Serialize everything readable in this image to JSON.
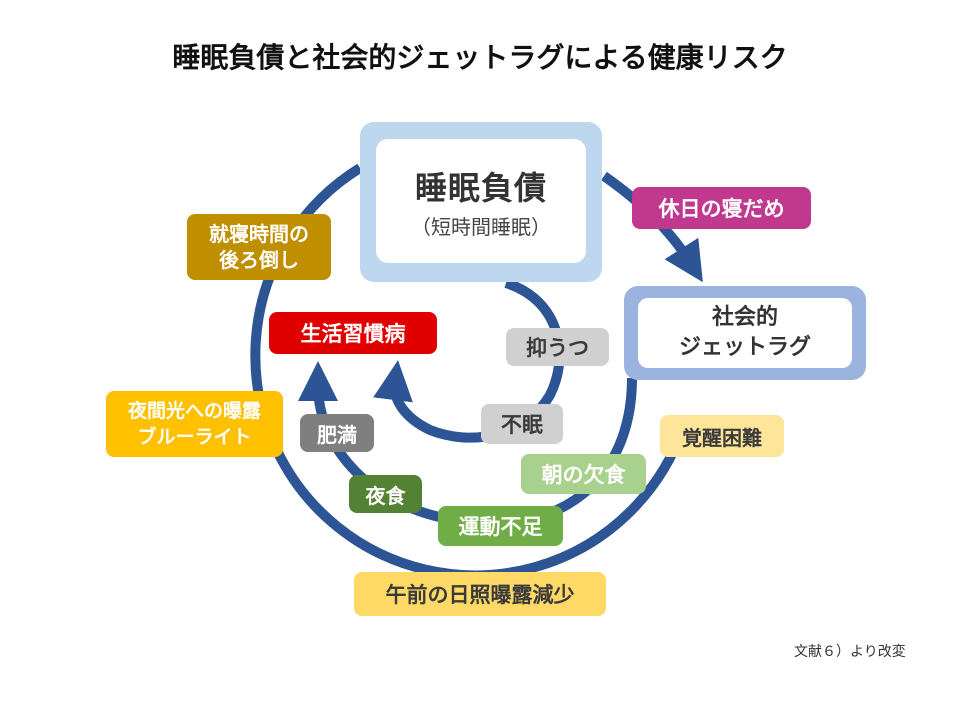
{
  "title": "睡眠負債と社会的ジェットラグによる健康リスク",
  "sleep_debt": {
    "main": "睡眠負債",
    "sub": "（短時間睡眠）"
  },
  "social_jetlag": {
    "line1": "社会的",
    "line2": "ジェットラグ"
  },
  "nodes": {
    "weekend_catchup": "休日の寝だめ",
    "delayed_bedtime": {
      "line1": "就寝時間の",
      "line2": "後ろ倒し"
    },
    "lifestyle_disease": "生活習慣病",
    "depression": "抑うつ",
    "night_light": {
      "line1": "夜間光への曝露",
      "line2": "ブルーライト"
    },
    "obesity": "肥満",
    "insomnia": "不眠",
    "wake_difficulty": "覚醒困難",
    "skip_breakfast": "朝の欠食",
    "night_eating": "夜食",
    "lack_exercise": "運動不足",
    "less_morning_sun": "午前の日照曝露減少"
  },
  "colors": {
    "arrow": "#2d5595",
    "purple": "#c1388f",
    "olive": "#bf8f00",
    "red": "#e00000",
    "gray": "#d0d0d0",
    "dark_gray": "#7f7f7f",
    "amber": "#ffc000",
    "light_yellow": "#ffe599",
    "light_green": "#a9d18e",
    "green": "#70ad47",
    "dark_green": "#548235"
  },
  "footnote": "文献６）より改変"
}
